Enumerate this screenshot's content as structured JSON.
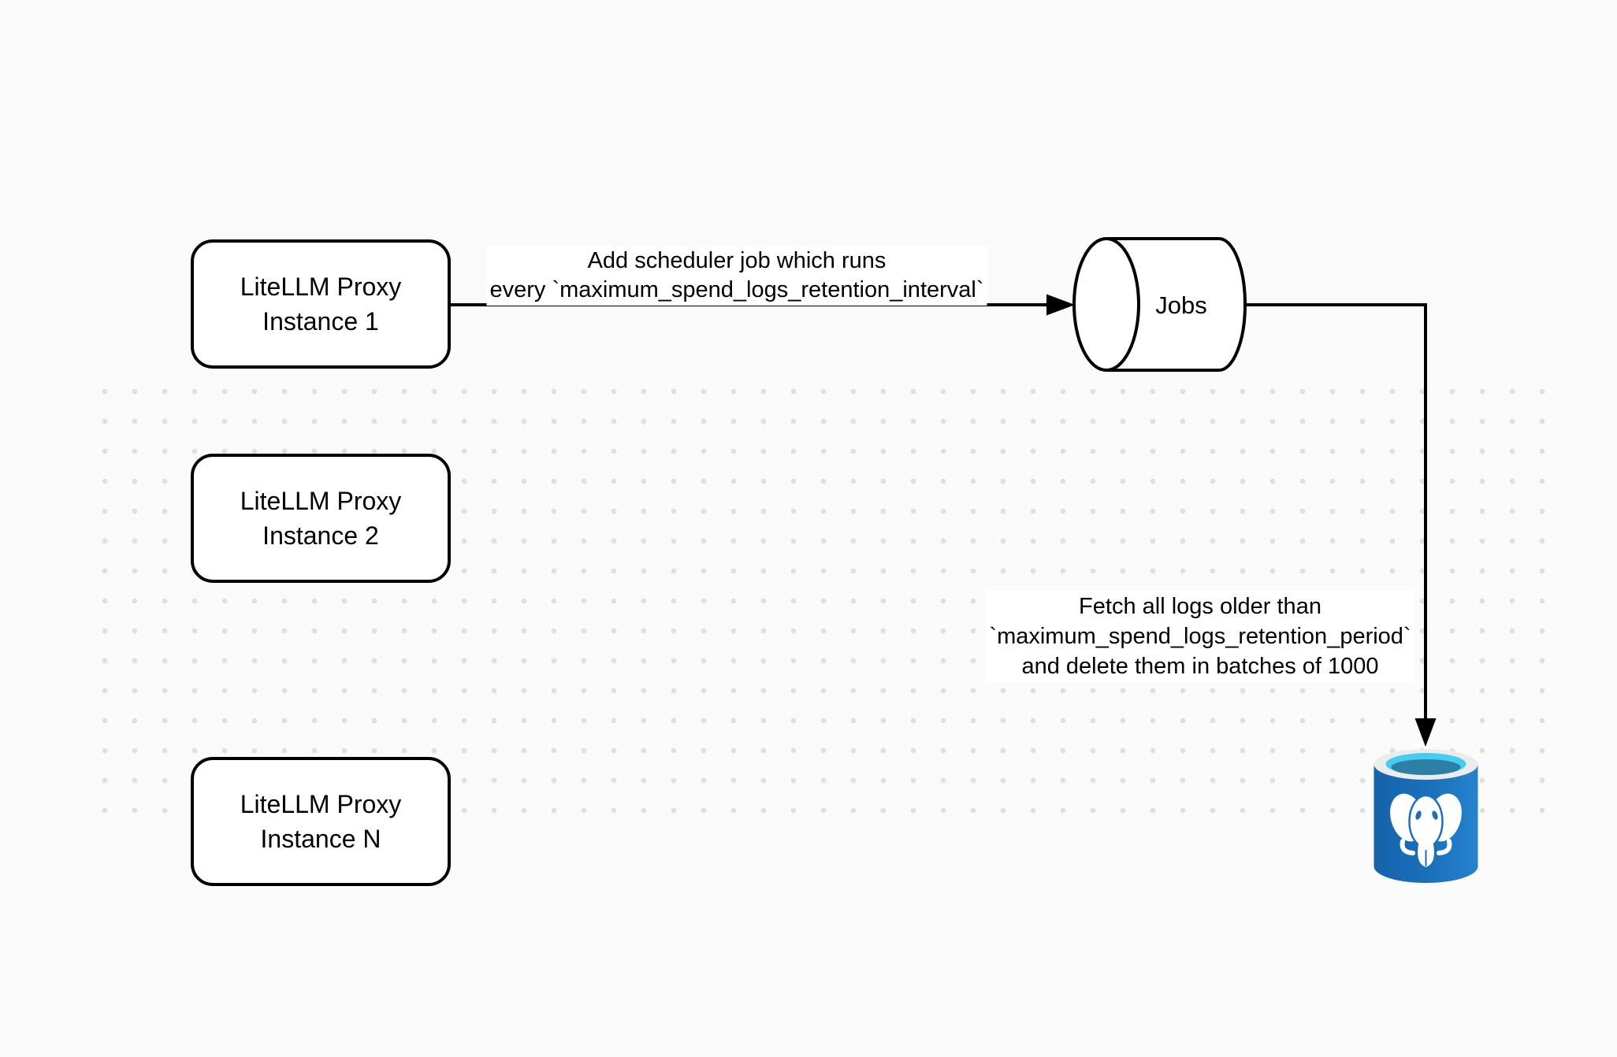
{
  "canvas": {
    "background_color": "#fbfbfb",
    "dot_color": "#e0e0e0",
    "stroke_color": "#000000"
  },
  "nodes": {
    "instance_1": {
      "label": "LiteLLM Proxy\nInstance 1"
    },
    "instance_2": {
      "label": "LiteLLM Proxy\nInstance 2"
    },
    "instance_n": {
      "label": "LiteLLM Proxy\nInstance N"
    },
    "jobs_queue": {
      "label": "Jobs",
      "shape": "horizontal-cylinder"
    },
    "postgres_db": {
      "icon": "postgresql-database-icon",
      "colors": {
        "body_blue_dark": "#1563ab",
        "body_blue_light": "#2583cd",
        "rim": "#ececec",
        "water_light": "#45cdf0",
        "water_dark": "#2e7fa6",
        "elephant": "#ffffff",
        "detail_blue": "#1a6fbf"
      }
    }
  },
  "edges": {
    "add_scheduler_job": {
      "label": "Add scheduler job which runs\nevery `maximum_spend_logs_retention_interval`",
      "from": "instance_1",
      "to": "jobs_queue"
    },
    "fetch_and_delete": {
      "label": "Fetch all logs older than\n`maximum_spend_logs_retention_period`\nand delete them in batches of 1000",
      "from": "jobs_queue",
      "to": "postgres_db"
    }
  }
}
